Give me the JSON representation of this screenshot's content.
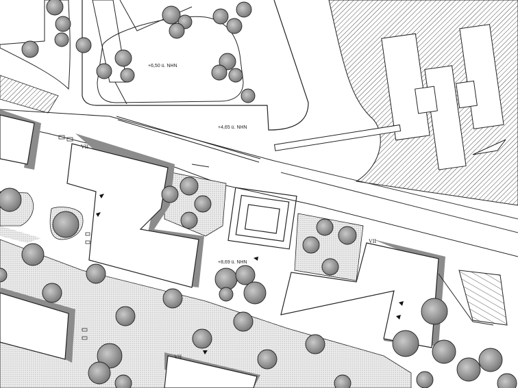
{
  "plan": {
    "elevation_labels": [
      {
        "id": "upper-plaza",
        "text": "+6,50 ü. NHN"
      },
      {
        "id": "promenade",
        "text": "+4,65 ü. NHN"
      },
      {
        "id": "courtyard",
        "text": "+8,69 ü. NHN"
      }
    ],
    "storey_labels": [
      {
        "id": "block-west",
        "text": "VII"
      },
      {
        "id": "block-east",
        "text": "VII"
      },
      {
        "id": "block-south",
        "text": "VII"
      }
    ]
  },
  "colors": {
    "line": "#1a1a1a",
    "shadow": "#8c8c8c",
    "green_fill": "#e6e6e6",
    "tree_fill": "#9a9a9a",
    "water_hatch": "#333333",
    "background": "#ffffff"
  },
  "icons": [
    "tree-icon",
    "entrance-arrow-icon",
    "boat-icon",
    "bench-icon"
  ]
}
